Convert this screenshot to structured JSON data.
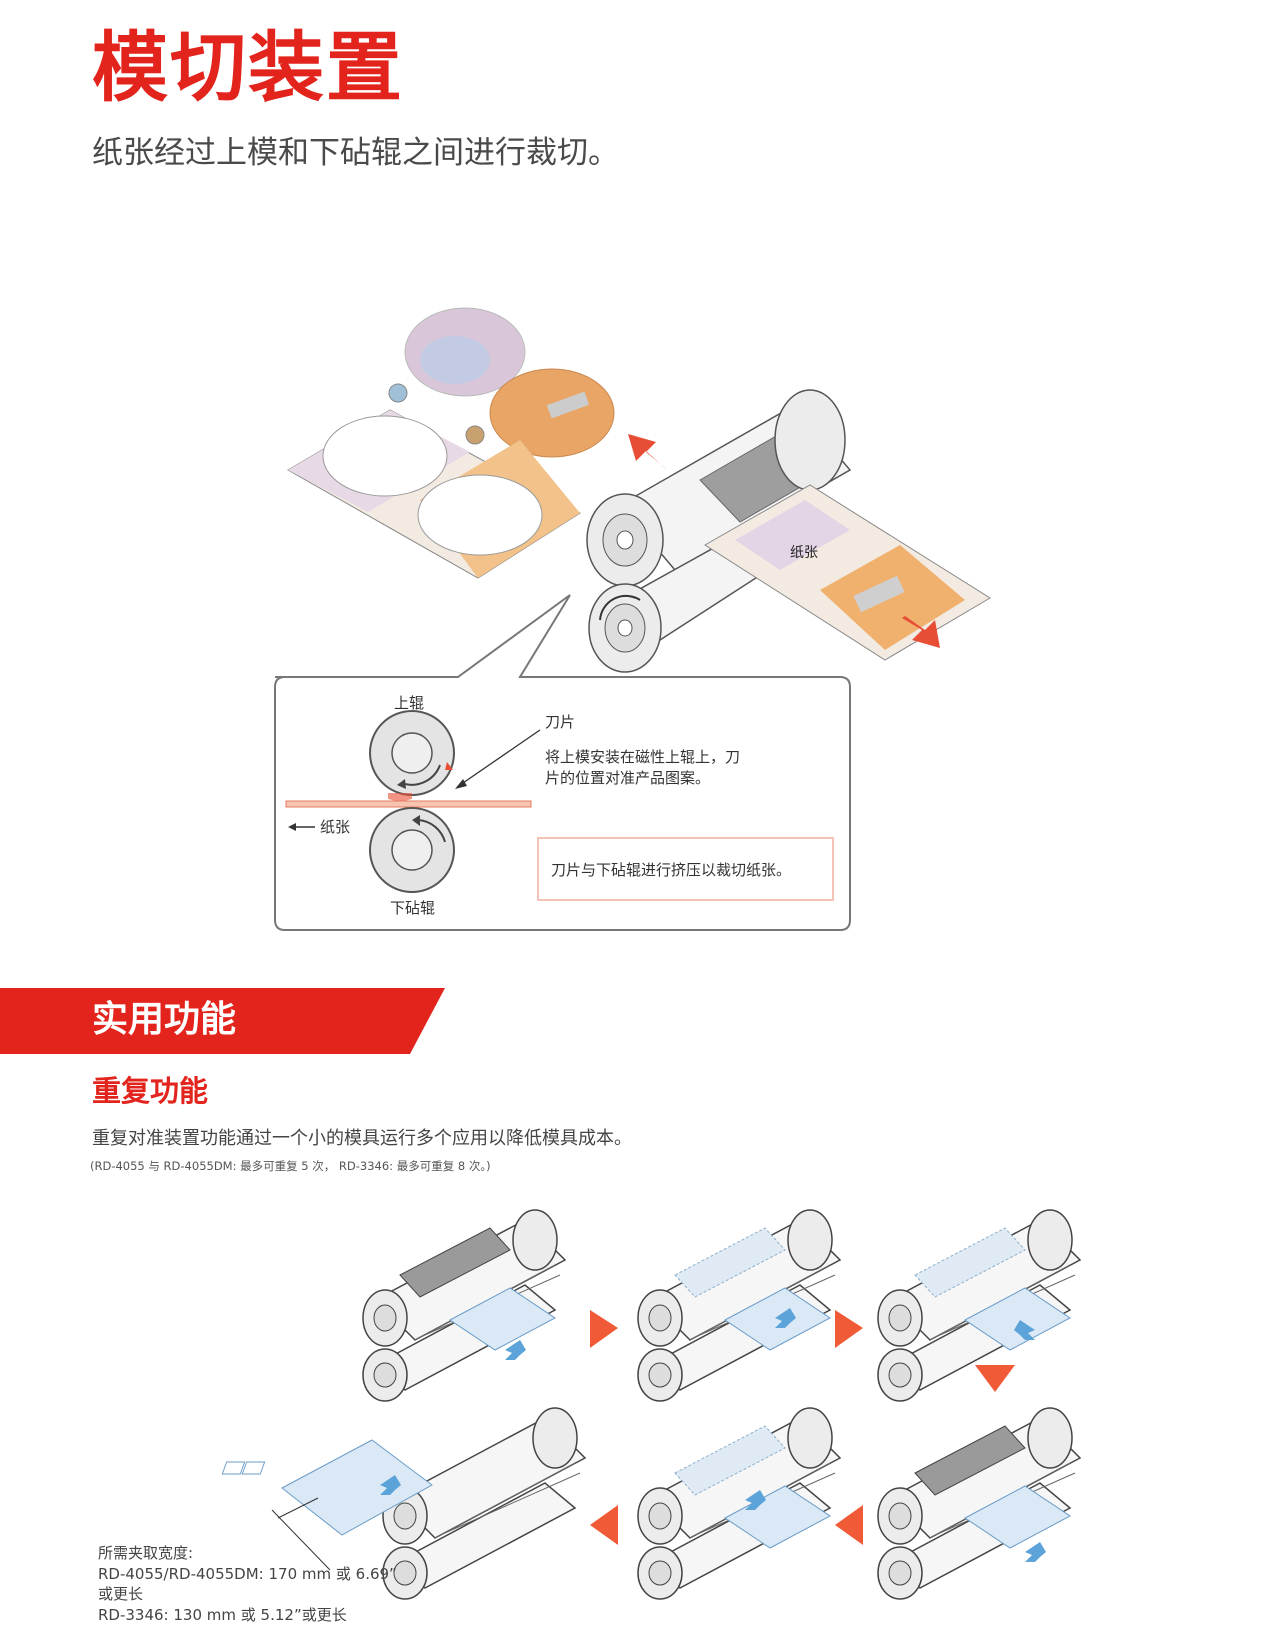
{
  "header": {
    "title": "模切装置",
    "subtitle": "纸张经过上模和下砧辊之间进行裁切。"
  },
  "diagram": {
    "paper_label": "纸张",
    "callout": {
      "upper_roller": "上辊",
      "blade": "刀片",
      "blade_desc_line1": "将上模安装在磁性上辊上，刀",
      "blade_desc_line2": "片的位置对准产品图案。",
      "paper": "纸张",
      "anvil_roller": "下砧辊",
      "press_desc": "刀片与下砧辊进行挤压以裁切纸张。"
    }
  },
  "section": {
    "banner": "实用功能",
    "subheading": "重复功能",
    "description": "重复对准装置功能通过一个小的模具运行多个应用以降低模具成本。",
    "note": "(RD-4055 与 RD-4055DM: 最多可重复 5 次， RD-3346: 最多可重复 8 次。)"
  },
  "clamp_width": {
    "line1": "所需夹取宽度:",
    "line2": "RD-4055/RD-4055DM: 170 mm 或 6.69”",
    "line3": "或更长",
    "line4": "RD-3346: 130 mm 或 5.12”或更长"
  },
  "colors": {
    "brand_red": "#e3241d",
    "arrow_blue": "#5ba3d9",
    "flow_arrow": "#f15a37"
  }
}
